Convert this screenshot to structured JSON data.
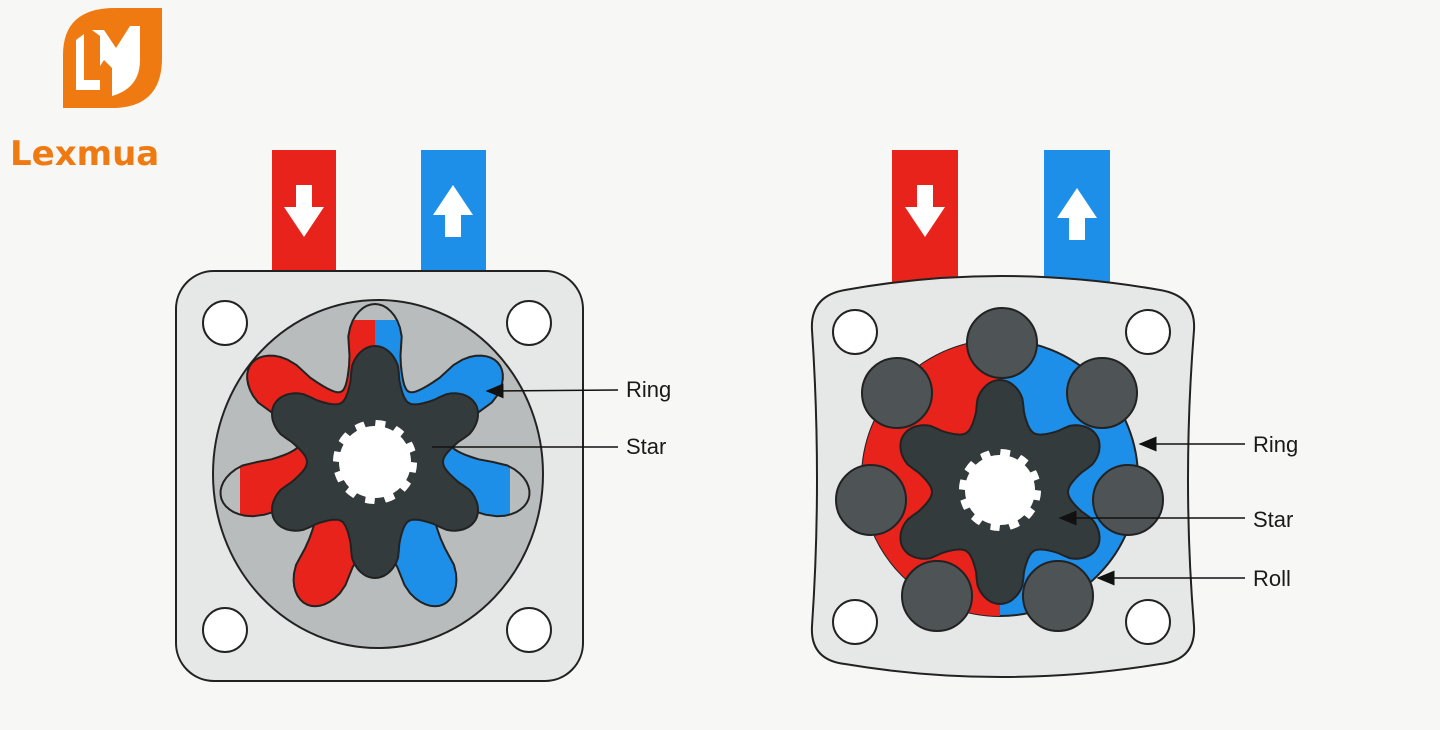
{
  "logo": {
    "monogram": "LM",
    "brand_name": "Lexmua"
  },
  "colors": {
    "brand": "#f07a12",
    "inlet": "#e8231b",
    "outlet": "#1e8fe8",
    "star": "#343b3d",
    "roller": "#4e5456",
    "housing": "#e6e8e8",
    "ring": "#b9bcbc"
  },
  "left_diagram": {
    "labels": {
      "ring": "Ring",
      "star": "Star"
    },
    "ports": {
      "inlet_icon": "arrow-down-icon",
      "outlet_icon": "arrow-up-icon"
    }
  },
  "right_diagram": {
    "labels": {
      "ring": "Ring",
      "star": "Star",
      "roll": "Roll"
    },
    "ports": {
      "inlet_icon": "arrow-down-icon",
      "outlet_icon": "arrow-up-icon"
    }
  }
}
